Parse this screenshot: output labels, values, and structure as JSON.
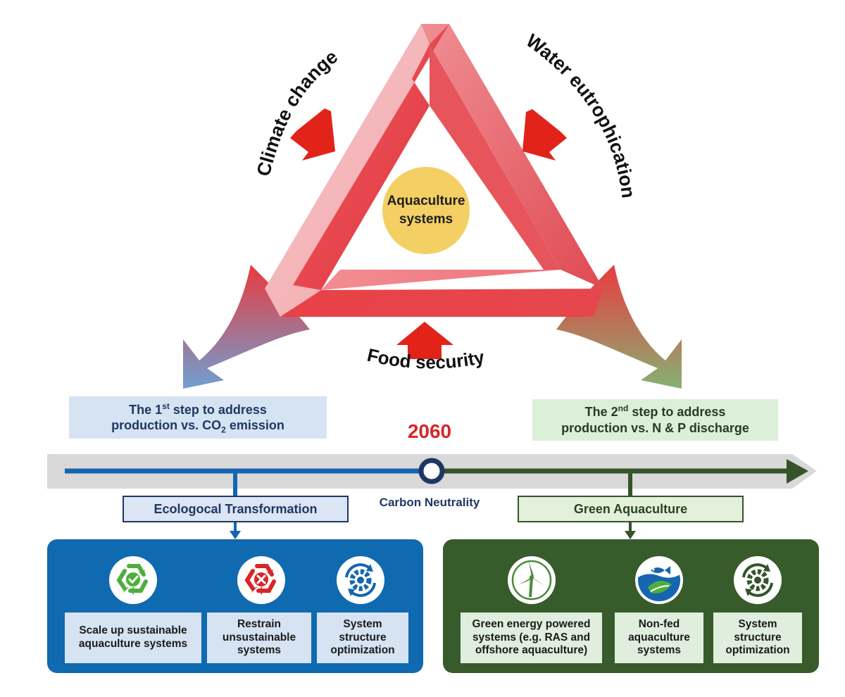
{
  "pressures": {
    "climate": "Climate change",
    "water": "Water eutrophication",
    "food": "Food security"
  },
  "center": {
    "line1": "Aquaculture",
    "line2": "systems"
  },
  "step1": {
    "line1_pre": "The 1",
    "line1_sup": "st",
    "line1_post": " step to address",
    "line2_pre": "production vs. CO",
    "line2_sub": "2",
    "line2_post": " emission"
  },
  "step2": {
    "line1_pre": "The 2",
    "line1_sup": "nd",
    "line1_post": " step to address",
    "line2": "production vs. N & P discharge"
  },
  "timeline": {
    "year": "2060",
    "milestone": "Carbon Neutrality"
  },
  "ecological": {
    "title": "Ecologocal Transformation",
    "actions": [
      {
        "icon": "recycle-check-icon",
        "label": "Scale up sustainable aquaculture systems"
      },
      {
        "icon": "recycle-cross-icon",
        "label": "Restrain unsustainable systems"
      },
      {
        "icon": "gear-cycle-icon",
        "label": "System structure optimization"
      }
    ]
  },
  "green": {
    "title": "Green Aquaculture",
    "actions": [
      {
        "icon": "wind-turbine-icon",
        "label": "Green energy powered systems (e.g. RAS and offshore aquaculture)"
      },
      {
        "icon": "fish-leaf-icon",
        "label": "Non-fed aquaculture systems"
      },
      {
        "icon": "gear-cycle-icon",
        "label": "System structure optimization"
      }
    ]
  },
  "colors": {
    "triangle_red": "#e8434a",
    "arrow_red": "#e2231a",
    "center_yellow": "#f4cf63",
    "blue": "#0f6ab0",
    "navy": "#1f3763",
    "green": "#385b2c",
    "year_red": "#d8262a"
  }
}
